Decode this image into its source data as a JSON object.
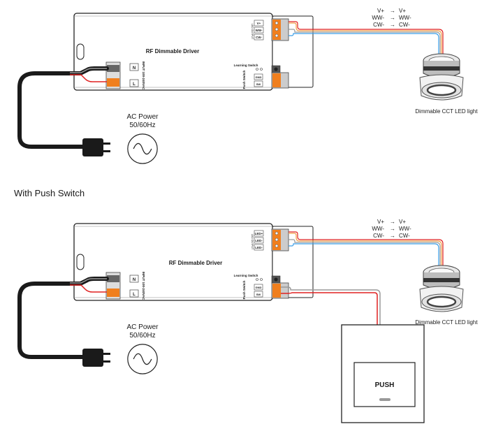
{
  "diagram1": {
    "driver_title": "RF Dimmable Driver",
    "input_terminals": [
      "N",
      "L"
    ],
    "input_spec": "INPUT 100-240VAC",
    "output_section_label": "LED OUTPUT",
    "output_terminals": [
      "V+",
      "WW-",
      "CW-"
    ],
    "learning_switch_label": "Learning Switch",
    "push_switch_label": "Push Switch",
    "push_terminals": [
      "GND",
      "SW"
    ],
    "legend": [
      {
        "from": "V+",
        "to": "V+"
      },
      {
        "from": "WW-",
        "to": "WW-"
      },
      {
        "from": "CW-",
        "to": "CW-"
      }
    ],
    "light_label": "Dimmable CCT LED light",
    "power_label_1": "AC Power",
    "power_label_2": "50/60Hz"
  },
  "section_title": "With Push Switch",
  "diagram2": {
    "driver_title": "RF Dimmable Driver",
    "input_terminals": [
      "N",
      "L"
    ],
    "input_spec": "INPUT 100-240VAC",
    "output_section_label": "LED OUTPUT",
    "output_terminals": [
      "LED+",
      "LED-",
      "LED-"
    ],
    "learning_switch_label": "Learning Switch",
    "push_switch_label": "Push Switch",
    "push_terminals": [
      "GND",
      "SW"
    ],
    "legend": [
      {
        "from": "V+",
        "to": "V+"
      },
      {
        "from": "WW-",
        "to": "WW-"
      },
      {
        "from": "CW-",
        "to": "CW-"
      }
    ],
    "light_label": "Dimmable CCT LED light",
    "power_label_1": "AC Power",
    "power_label_2": "50/60Hz",
    "push_button_label": "PUSH"
  },
  "colors": {
    "terminal_orange": "#f07f1e",
    "wire_red": "#e02020",
    "wire_gray": "#9a9a9a",
    "wire_orange": "#f2a04a",
    "wire_blue": "#3a9ee8",
    "cable_black": "#1a1a1a"
  }
}
